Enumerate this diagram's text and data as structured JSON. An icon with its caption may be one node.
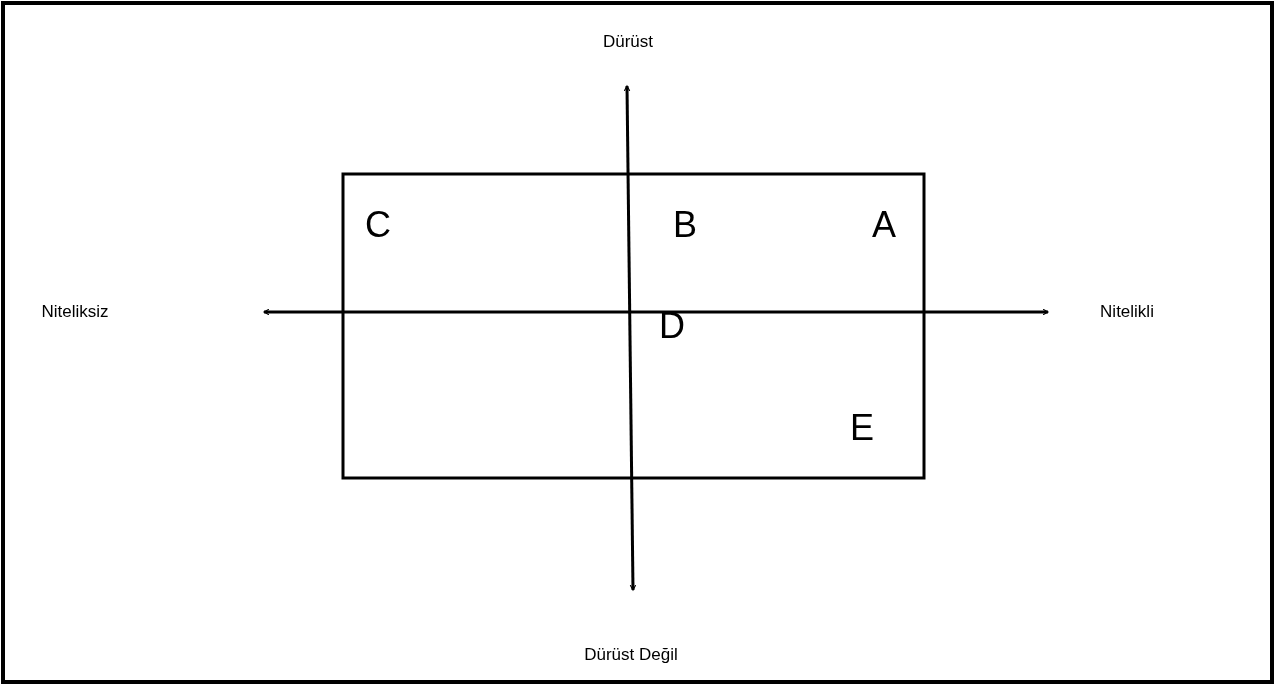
{
  "diagram": {
    "labels": [
      "Dürüst",
      "C",
      "B",
      "A",
      "Niteliksiz",
      "Nitelikli",
      "D",
      "E",
      "Dürüst Değil"
    ]
  }
}
